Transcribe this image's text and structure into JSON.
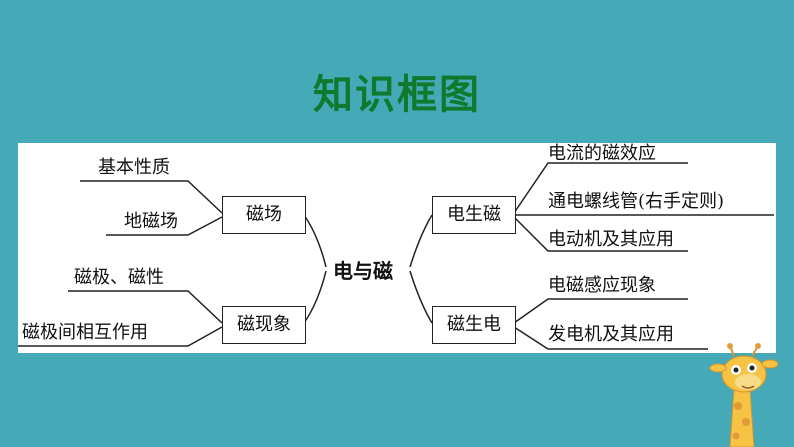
{
  "title": "知识框图",
  "center": "电与磁",
  "left": {
    "nodes": [
      {
        "label": "磁场",
        "children": [
          "基本性质",
          "地磁场"
        ]
      },
      {
        "label": "磁现象",
        "children": [
          "磁极、磁性",
          "磁极间相互作用"
        ]
      }
    ]
  },
  "right": {
    "nodes": [
      {
        "label": "电生磁",
        "children": [
          "电流的磁效应",
          "通电螺线管(右手定则)",
          "电动机及其应用"
        ]
      },
      {
        "label": "磁生电",
        "children": [
          "电磁感应现象",
          "发电机及其应用"
        ]
      }
    ]
  },
  "colors": {
    "background": "#45a9b8",
    "title": "#0f7a2e",
    "panel": "#ffffff"
  }
}
